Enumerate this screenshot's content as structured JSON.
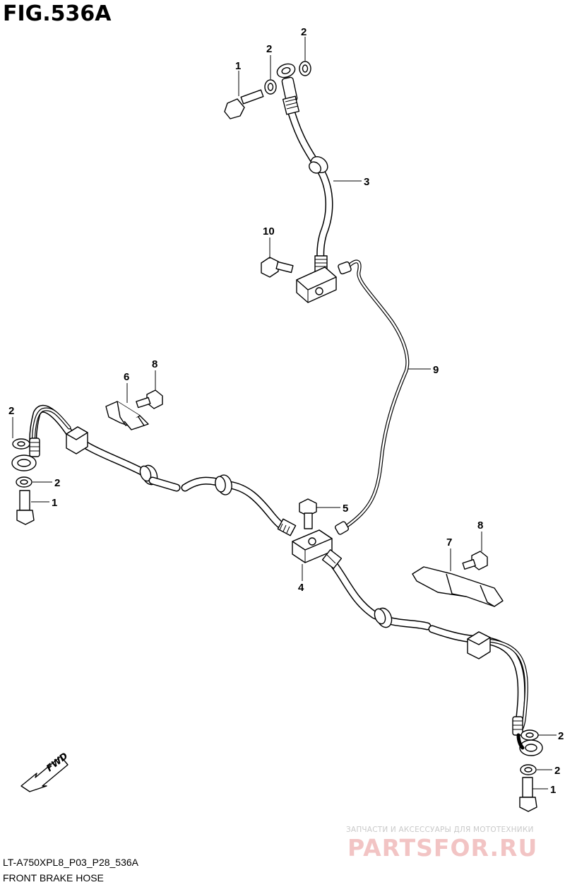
{
  "figure": {
    "title": "FIG.536A",
    "model_code": "LT-A750XPL8_P03_P28_536A",
    "name": "FRONT BRAKE HOSE"
  },
  "direction_indicator": {
    "label": "FWD"
  },
  "watermark": {
    "tagline": "ЗАПЧАСТИ И АКСЕССУАРЫ ДЛЯ МОТОТЕХНИКИ",
    "brand": "PARTSFOR.RU"
  },
  "callouts": [
    {
      "id": "c1",
      "number": "2"
    },
    {
      "id": "c2",
      "number": "2"
    },
    {
      "id": "c3",
      "number": "1"
    },
    {
      "id": "c4",
      "number": "3"
    },
    {
      "id": "c5",
      "number": "10"
    },
    {
      "id": "c6",
      "number": "9"
    },
    {
      "id": "c7",
      "number": "6"
    },
    {
      "id": "c8",
      "number": "8"
    },
    {
      "id": "c9",
      "number": "2"
    },
    {
      "id": "c10",
      "number": "2"
    },
    {
      "id": "c11",
      "number": "1"
    },
    {
      "id": "c12",
      "number": "5"
    },
    {
      "id": "c13",
      "number": "4"
    },
    {
      "id": "c14",
      "number": "8"
    },
    {
      "id": "c15",
      "number": "7"
    },
    {
      "id": "c16",
      "number": "2"
    },
    {
      "id": "c17",
      "number": "2"
    },
    {
      "id": "c18",
      "number": "1"
    }
  ]
}
